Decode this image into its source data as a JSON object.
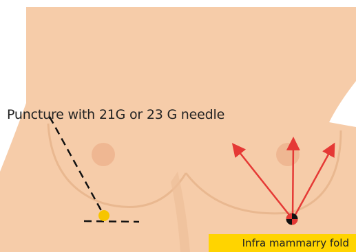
{
  "labels": {
    "puncture": "Puncture with 21G or 23 G needle",
    "fold": "Infra mammarry fold"
  },
  "colors": {
    "background": "#ffffff",
    "skin": "#f6cca9",
    "skin_shadow": "#e9b890",
    "nipple": "#efb792",
    "arrow": "#e53935",
    "puncture_point": "#f7c500",
    "label_highlight": "#ffd400",
    "dashed_line": "#111111",
    "entry_marker": "#111111"
  },
  "arrows": {
    "count": 3,
    "style": "fan of three radiating arrows from entry point on infra mammary fold"
  }
}
